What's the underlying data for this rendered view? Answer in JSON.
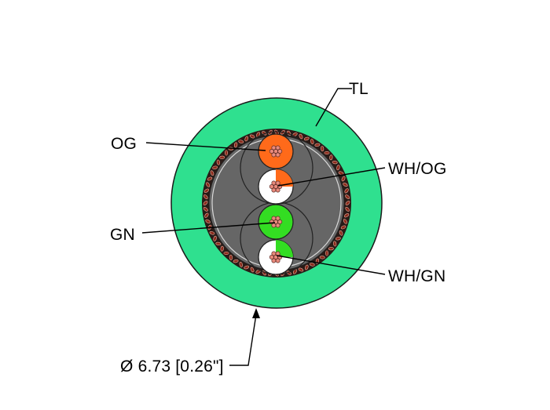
{
  "diagram": {
    "labels": {
      "jacket": "TL",
      "pair1_color": "OG",
      "pair1_white": "WH/OG",
      "pair2_color": "GN",
      "pair2_white": "WH/GN",
      "diameter": "Ø 6.73 [0.26\"]"
    },
    "colors": {
      "jacket": "#2fe08f",
      "jacket_outline": "#1a1a1a",
      "core_fill": "#666666",
      "shield": "#8b2a1c",
      "orange": "#ff6a1a",
      "green": "#33dd22",
      "white": "#ffffff",
      "copper": "#e98a7c"
    }
  }
}
